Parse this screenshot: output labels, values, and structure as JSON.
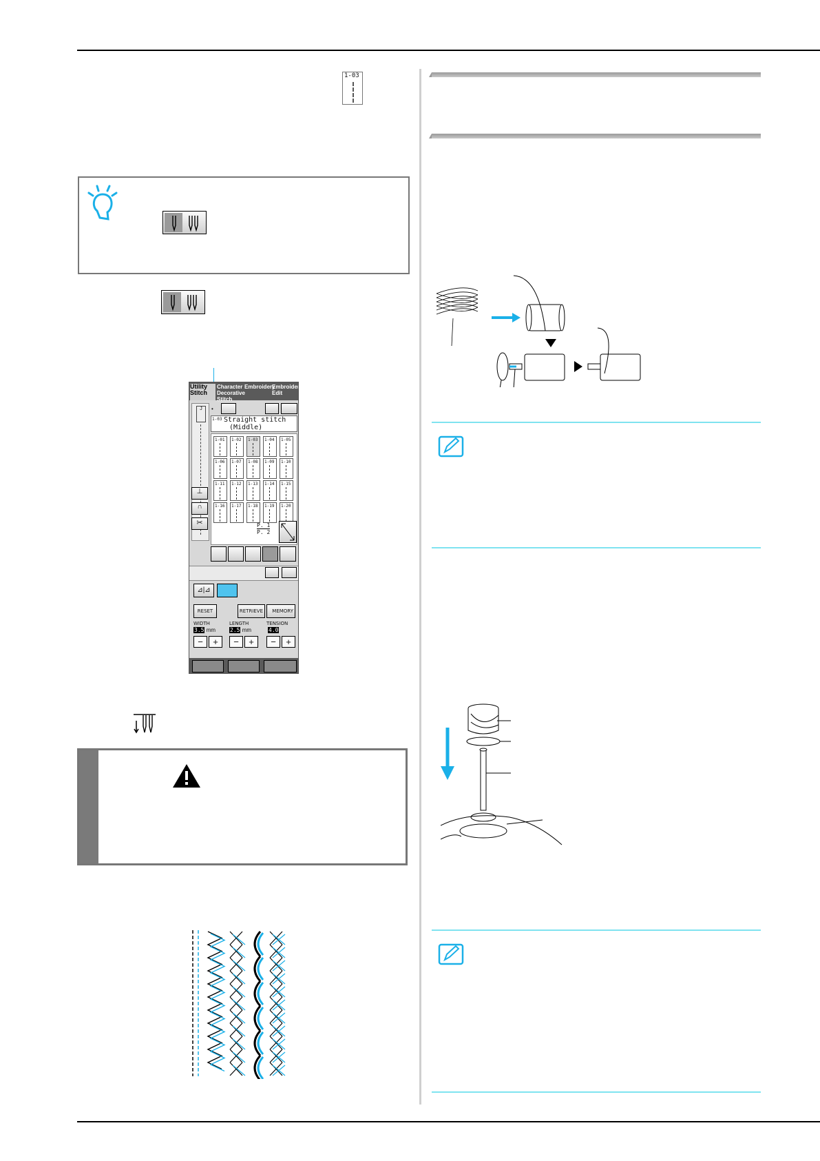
{
  "screen": {
    "tabs": [
      "Utility Stitch",
      "Character Decorative Stitch",
      "Embroidery",
      "Embroidery Edit"
    ],
    "selected_code": "1-03",
    "selected_name_line1": "Straight stitch",
    "selected_name_line2": "(Middle)",
    "stitch_codes": [
      "1-01",
      "1-02",
      "1-03",
      "1-04",
      "1-05",
      "1-06",
      "1-07",
      "1-08",
      "1-09",
      "1-10",
      "1-11",
      "1-12",
      "1-13",
      "1-14",
      "1-15",
      "1-16",
      "1-17",
      "1-18",
      "1-19",
      "1-20"
    ],
    "page_top": "P. 1",
    "page_bottom": "P. 2",
    "reset_label": "RESET",
    "retrieve_label": "RETRIEVE",
    "memory_label": "MEMORY",
    "width_label": "WIDTH",
    "width_value": "3.5",
    "width_unit": "mm",
    "length_label": "LENGTH",
    "length_value": "2.5",
    "length_unit": "mm",
    "tension_label": "TENSION",
    "tension_value": "4.0",
    "minus": "−",
    "plus": "+"
  },
  "stitch_icon_code": "1-03",
  "colors": {
    "accent": "#1ab0e8",
    "memo_line": "#7fe3f0",
    "section_bar": "#a8a8a8"
  }
}
